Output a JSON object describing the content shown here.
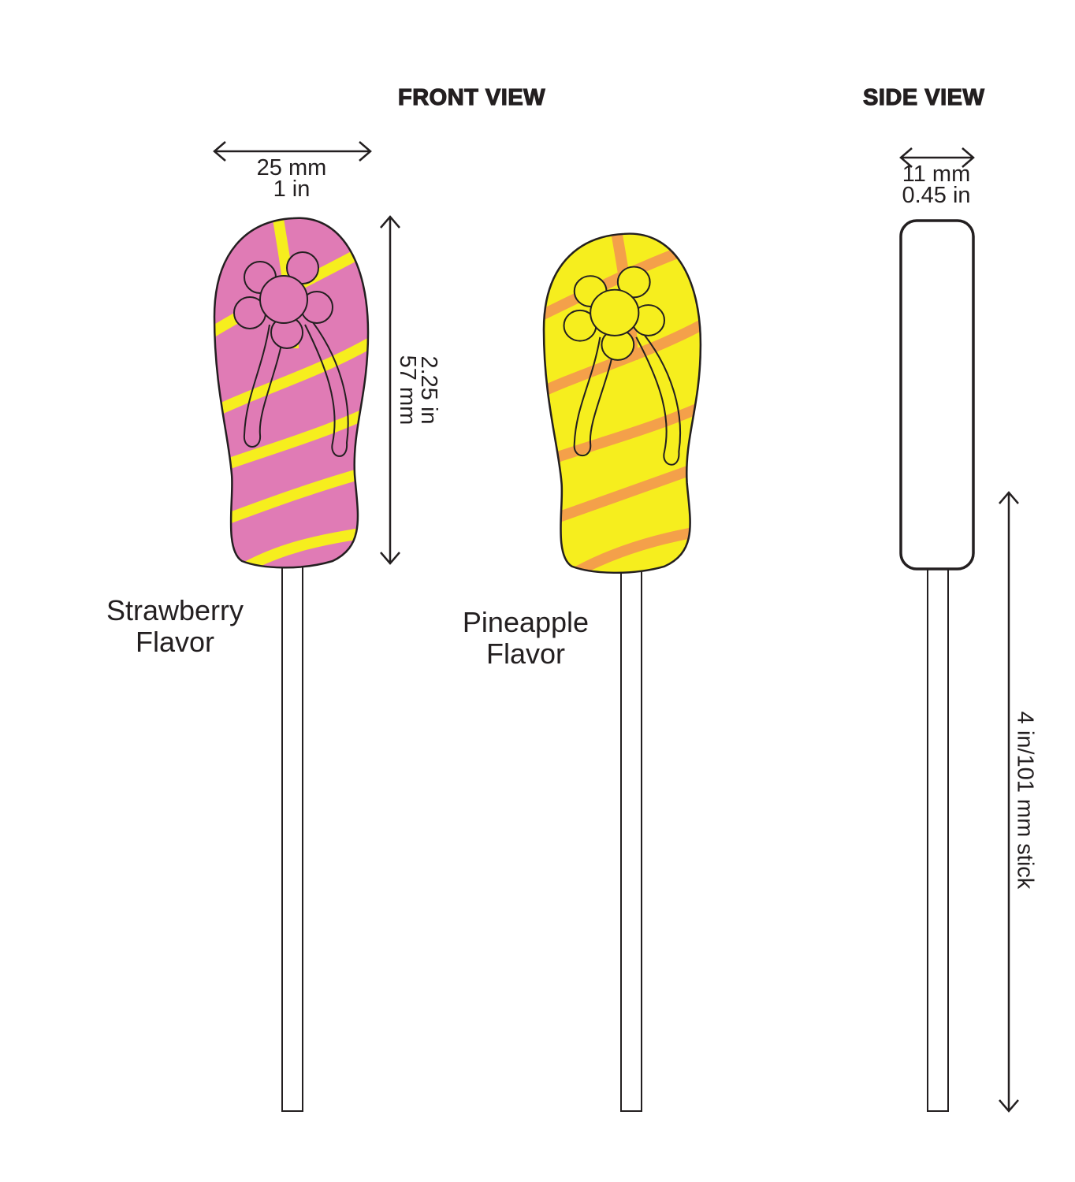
{
  "headings": {
    "front_view": "FRONT VIEW",
    "side_view": "SIDE VIEW"
  },
  "front_dims": {
    "width_mm": "25 mm",
    "width_in": "1 in",
    "height_in": "2.25 in",
    "height_mm": "57 mm"
  },
  "side_dims": {
    "depth_mm": "11 mm",
    "depth_in": "0.45 in",
    "stick": "4 in/101 mm stick"
  },
  "flavors": [
    {
      "line1": "Strawberry",
      "line2": "Flavor",
      "body_color": "#e07bb5",
      "stripe_color": "#f6ee1e"
    },
    {
      "line1": "Pineapple",
      "line2": "Flavor",
      "body_color": "#f6ee1e",
      "stripe_color": "#f4a04a"
    }
  ]
}
